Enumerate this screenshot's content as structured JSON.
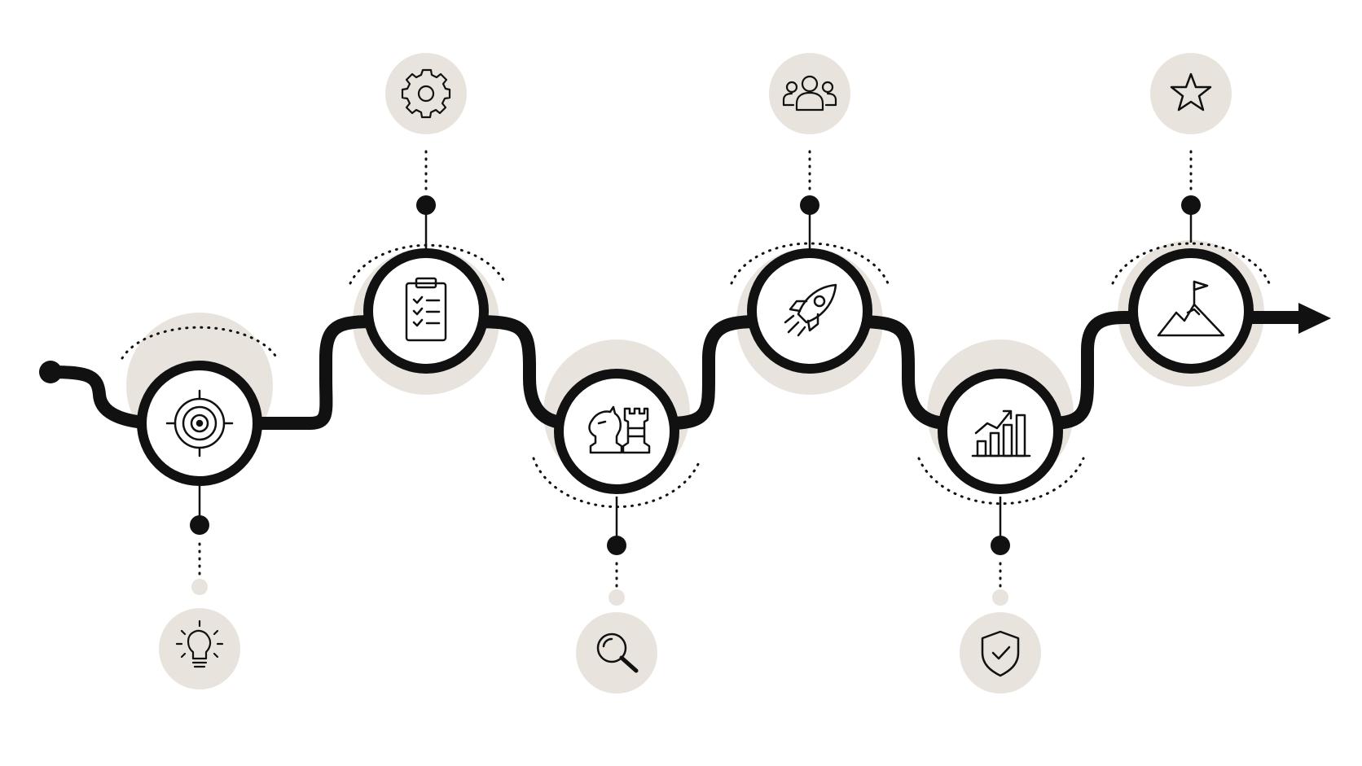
{
  "diagram": {
    "type": "wavy-timeline",
    "colors": {
      "line": "#111111",
      "node_fill": "#ffffff",
      "accent": "#e8e4dd",
      "background": "#ffffff"
    },
    "nodes": [
      {
        "icon": "target-icon",
        "satellite_icon": "lightbulb-icon",
        "satellite_side": "bottom"
      },
      {
        "icon": "clipboard-icon",
        "satellite_icon": "gear-icon",
        "satellite_side": "top"
      },
      {
        "icon": "chess-pieces-icon",
        "satellite_icon": "magnifier-icon",
        "satellite_side": "bottom"
      },
      {
        "icon": "rocket-icon",
        "satellite_icon": "team-icon",
        "satellite_side": "top"
      },
      {
        "icon": "growth-chart-icon",
        "satellite_icon": "shield-check-icon",
        "satellite_side": "bottom"
      },
      {
        "icon": "mountain-flag-icon",
        "satellite_icon": "star-icon",
        "satellite_side": "top"
      }
    ],
    "end_marker": "arrow-icon"
  }
}
